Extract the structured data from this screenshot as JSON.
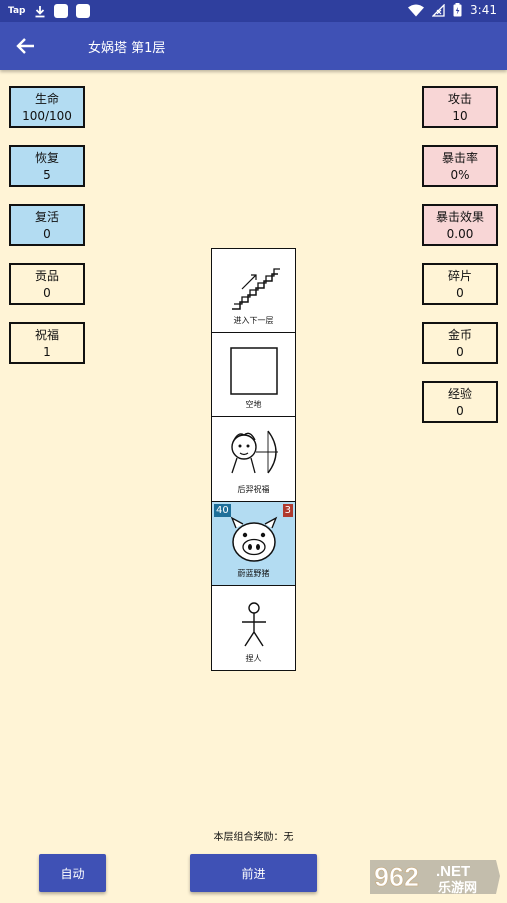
{
  "statusbar": {
    "app_label": "Tap",
    "time": "3:41"
  },
  "appbar": {
    "title": "女娲塔 第1层"
  },
  "left_stats": [
    {
      "label": "生命",
      "value": "100/100"
    },
    {
      "label": "恢复",
      "value": "5"
    },
    {
      "label": "复活",
      "value": "0"
    },
    {
      "label": "贡品",
      "value": "0"
    },
    {
      "label": "祝福",
      "value": "1"
    }
  ],
  "right_stats": [
    {
      "label": "攻击",
      "value": "10"
    },
    {
      "label": "暴击率",
      "value": "0%"
    },
    {
      "label": "暴击效果",
      "value": "0.00"
    },
    {
      "label": "碎片",
      "value": "0"
    },
    {
      "label": "金币",
      "value": "0"
    },
    {
      "label": "经验",
      "value": "0"
    }
  ],
  "tower": [
    {
      "label": "进入下一层",
      "icon": "stairs-icon"
    },
    {
      "label": "空地",
      "icon": "empty-tile-icon"
    },
    {
      "label": "后羿祝福",
      "icon": "archer-icon"
    },
    {
      "label": "蔚蓝野猪",
      "icon": "boar-icon",
      "hp": "40",
      "attack": "3",
      "highlight": "#b3dcf2"
    },
    {
      "label": "捏人",
      "icon": "stick-figure-icon"
    }
  ],
  "bonus_text": "本层组合奖励：无",
  "buttons": {
    "auto": "自动",
    "forward": "前进"
  },
  "watermark": {
    "number": "962",
    "suffix": ".NET",
    "site": "乐游网"
  },
  "colors": {
    "primary": "#3f51b5",
    "statusbar": "#2f3f9e",
    "background": "#fff4d6",
    "blue_card": "#b3dcf2",
    "pink_card": "#f8d6d6"
  }
}
